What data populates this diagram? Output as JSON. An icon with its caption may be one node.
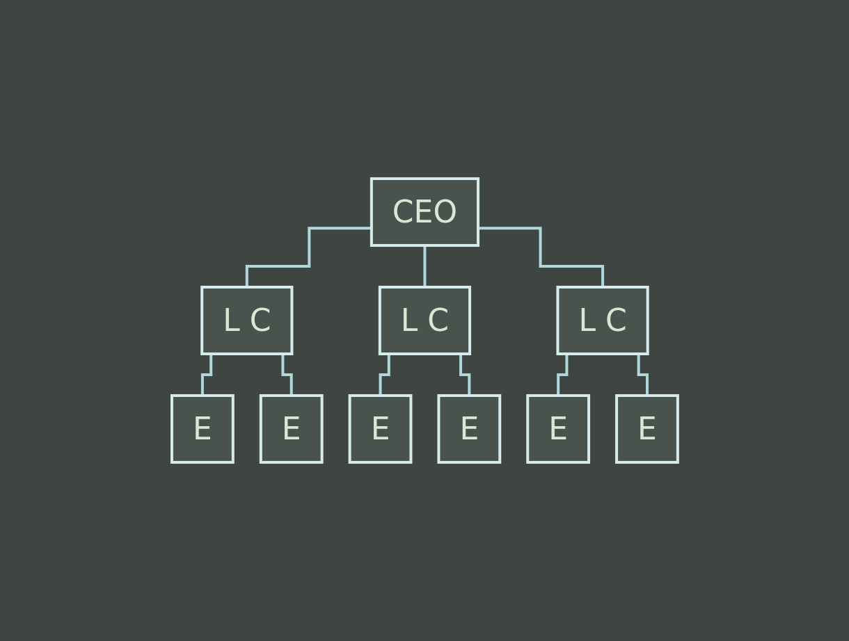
{
  "diagram": {
    "nodes": [
      {
        "text": [
          "CEO"
        ]
      },
      {
        "text": [
          "L C"
        ]
      },
      {
        "text": [
          "L C"
        ]
      },
      {
        "text": [
          "L C"
        ]
      },
      {
        "text": [
          "E"
        ]
      },
      {
        "text": [
          "E"
        ]
      },
      {
        "text": [
          "E"
        ]
      },
      {
        "text": [
          "E"
        ]
      },
      {
        "text": [
          "E"
        ]
      },
      {
        "text": [
          "E"
        ]
      }
    ],
    "edges": [
      {
        "from": 0,
        "to": 1,
        "arrow": "none"
      },
      {
        "from": 0,
        "to": 2,
        "arrow": "none"
      },
      {
        "from": 0,
        "to": 3,
        "arrow": "none"
      },
      {
        "from": 1,
        "to": 4,
        "arrow": "none"
      },
      {
        "from": 1,
        "to": 5,
        "arrow": "none"
      },
      {
        "from": 2,
        "to": 6,
        "arrow": "none"
      },
      {
        "from": 2,
        "to": 7,
        "arrow": "none"
      },
      {
        "from": 3,
        "to": 8,
        "arrow": "none"
      },
      {
        "from": 3,
        "to": 9,
        "arrow": "none"
      }
    ]
  }
}
